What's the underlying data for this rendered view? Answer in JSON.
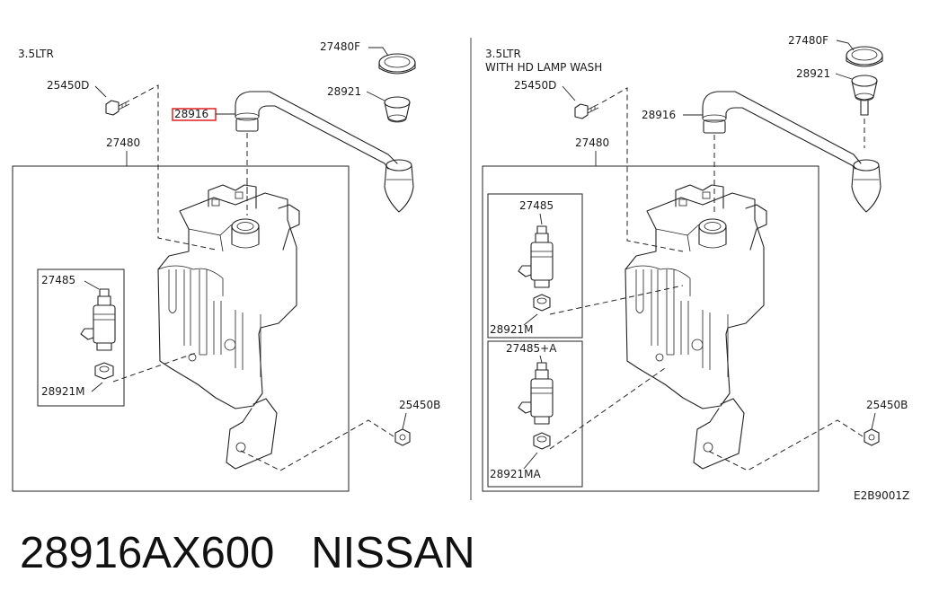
{
  "left_panel": {
    "engine_label": "3.5LTR",
    "callouts": {
      "cap": "27480F",
      "seal": "28921",
      "bolt": "25450D",
      "hose": "28916",
      "tank": "27480",
      "pump": "27485",
      "pump_seal": "28921M",
      "nut": "25450B"
    }
  },
  "right_panel": {
    "engine_label": "3.5LTR",
    "variant_label": "WITH HD LAMP WASH",
    "callouts": {
      "cap": "27480F",
      "seal": "28921",
      "bolt": "25450D",
      "hose": "28916",
      "tank": "27480",
      "pump": "27485",
      "pump_seal": "28921M",
      "pump_alt": "27485+A",
      "pump_alt_seal": "28921MA",
      "nut": "25450B"
    }
  },
  "diagram_code": "E2B9001Z",
  "footer": {
    "part_number": "28916AX600",
    "brand": "NISSAN"
  },
  "highlight_color": "#e02020"
}
